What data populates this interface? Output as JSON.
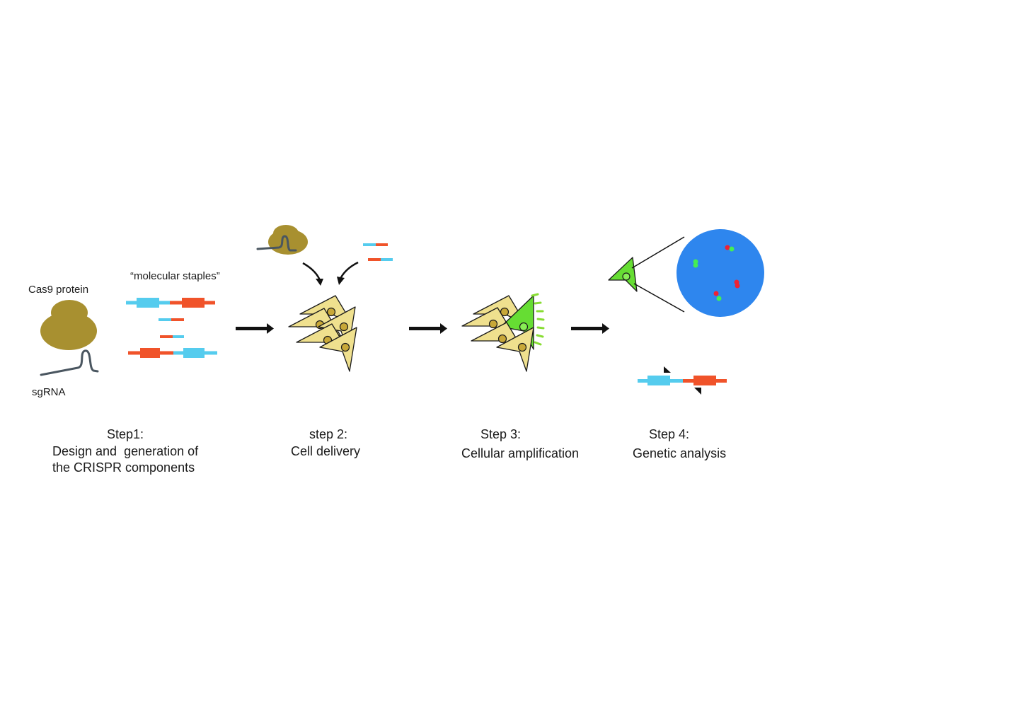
{
  "labels": {
    "cas9_protein": "Cas9 protein",
    "sgrna": "sgRNA",
    "molecular_staples": "“molecular staples”"
  },
  "steps": [
    {
      "title": "Step1:",
      "lines": [
        "Design and  generation of",
        "the CRISPR components"
      ]
    },
    {
      "title": "step 2:",
      "lines": [
        "Cell delivery"
      ]
    },
    {
      "title": "Step 3:",
      "lines": [
        "Cellular amplification"
      ]
    },
    {
      "title": "Step 4:",
      "lines": [
        "Genetic analysis"
      ]
    }
  ],
  "colors": {
    "cas9": "#a89030",
    "sgrna": "#4a5660",
    "dna_blue": "#55ccee",
    "dna_red": "#f0532a",
    "cell": "#efe08e",
    "green_cell": "#66dd33",
    "analysis_circle": "#2e86ee"
  }
}
